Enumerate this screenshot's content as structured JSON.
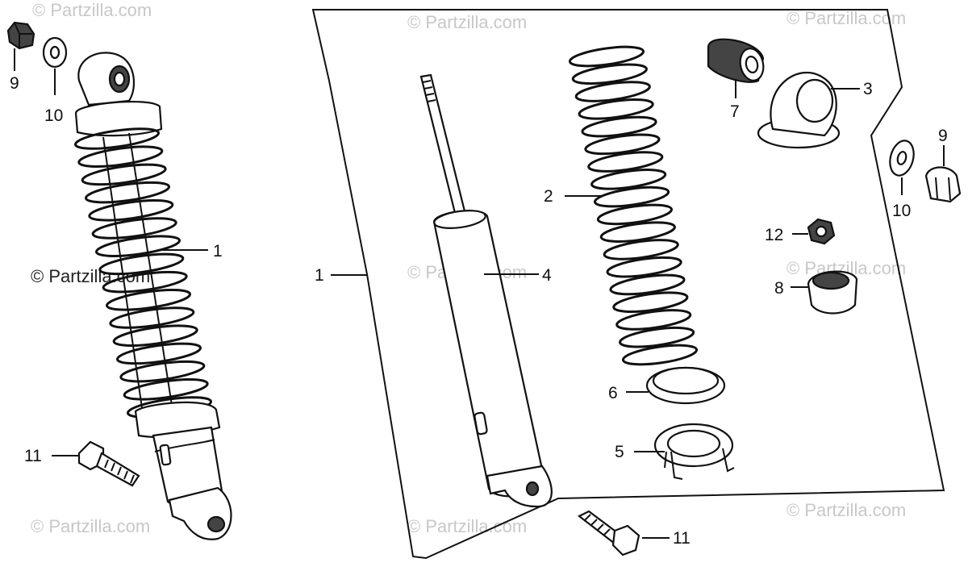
{
  "watermarks": {
    "w1": "© Partzilla.com",
    "w2": "© Partzilla.com",
    "w3": "© Partzilla.com",
    "w4": "© Partzilla.com",
    "w5": "© Partzilla.com",
    "w6": "© Partzilla.com",
    "w7": "© Partzilla.com",
    "w8": "© Partzilla.com",
    "w9": "© Partzilla.com"
  },
  "callouts": {
    "left_cap_nut": "9",
    "left_washer": "10",
    "left_shock": "1",
    "left_bolt": "11",
    "exploded_group": "1",
    "damper": "4",
    "spring": "2",
    "bushing": "7",
    "upper_seat": "3",
    "right_cap_nut": "9",
    "right_washer": "10",
    "nut": "12",
    "cap_8": "8",
    "lower_seat": "6",
    "adjuster": "5",
    "right_bolt": "11"
  }
}
